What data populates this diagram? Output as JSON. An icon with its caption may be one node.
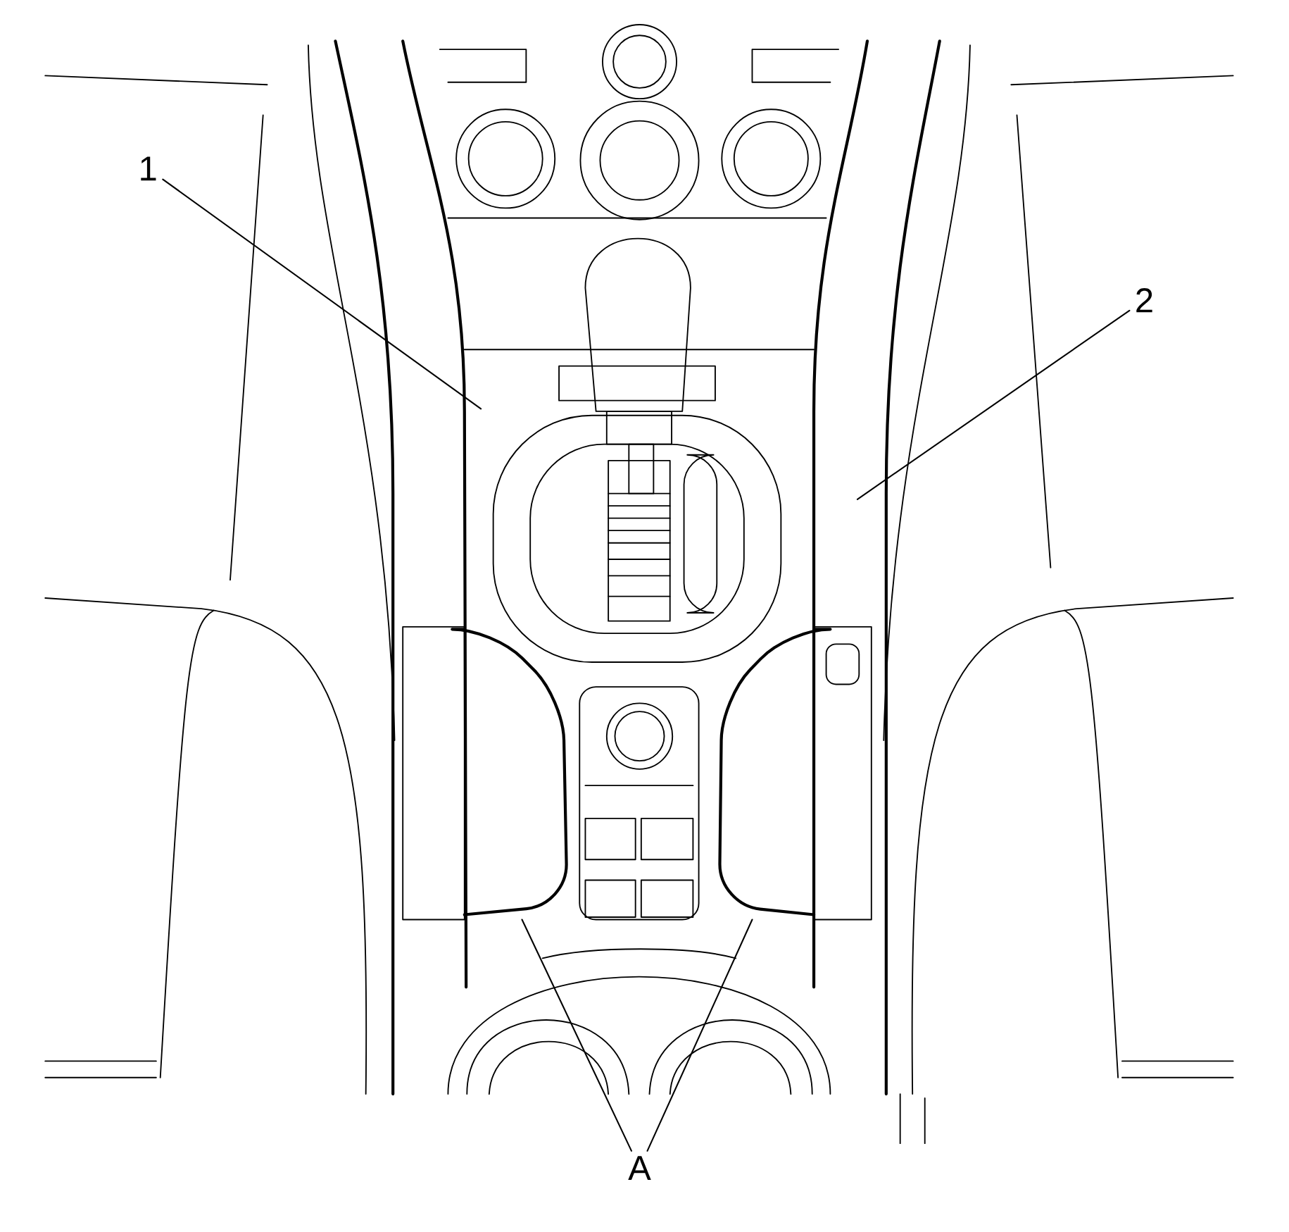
{
  "diagram": {
    "nodes": [
      {
        "text": [
          "1"
        ]
      },
      {
        "text": [
          "2"
        ]
      },
      {
        "text": [
          "A"
        ]
      }
    ],
    "edges": [
      {
        "from": 0,
        "to": null,
        "arrow": "none"
      },
      {
        "from": 1,
        "to": null,
        "arrow": "none"
      },
      {
        "from": 2,
        "to": null,
        "arrow": "none"
      },
      {
        "from": 2,
        "to": null,
        "arrow": "none"
      }
    ]
  }
}
